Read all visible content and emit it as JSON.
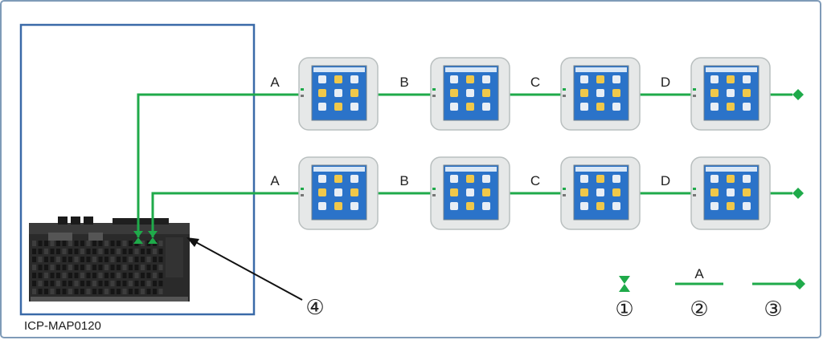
{
  "panel_label": "ICP-MAP0120",
  "rows": [
    {
      "segments": [
        "A",
        "B",
        "C",
        "D"
      ],
      "keypad_count": 4
    },
    {
      "segments": [
        "A",
        "B",
        "C",
        "D"
      ],
      "keypad_count": 4
    }
  ],
  "callout": "④",
  "legend": {
    "items": [
      {
        "symbol": "hourglass-connector",
        "number": "①"
      },
      {
        "symbol": "segment-line",
        "line_label": "A",
        "number": "②"
      },
      {
        "symbol": "line-end-diamond",
        "number": "③"
      }
    ]
  },
  "colors": {
    "frame": "#7f9bb8",
    "panel_box": "#3a6aa8",
    "bus": "#1faa4a",
    "keypad_screen": "#2b73c9",
    "keypad_body": "#e6e8e8"
  }
}
